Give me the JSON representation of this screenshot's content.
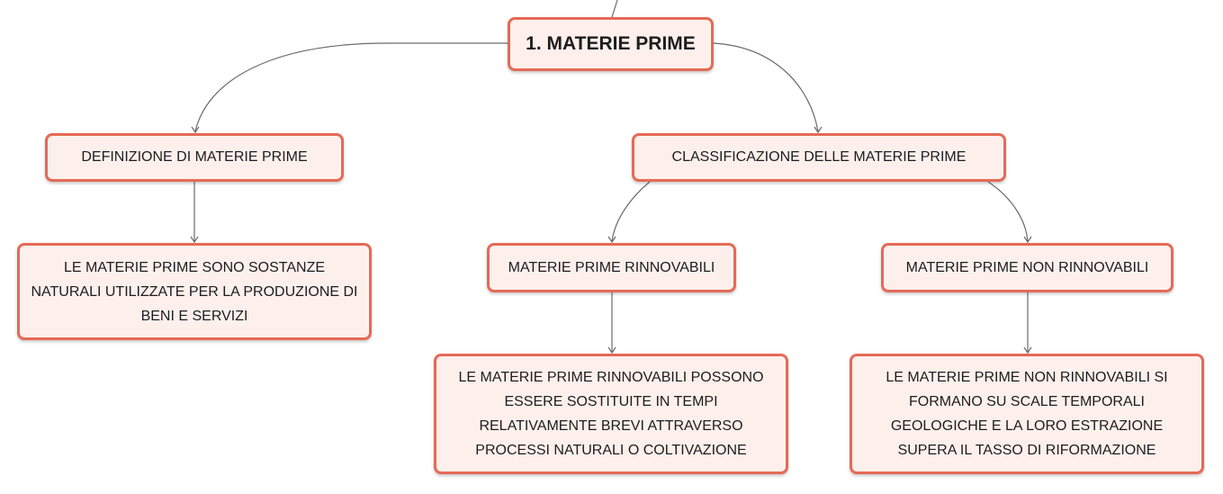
{
  "diagram": {
    "root": {
      "label": "1. MATERIE PRIME"
    },
    "definition": {
      "label": "DEFINIZIONE DI MATERIE PRIME",
      "description": "LE MATERIE PRIME SONO SOSTANZE NATURALI UTILIZZATE PER LA PRODUZIONE DI BENI E SERVIZI"
    },
    "classification": {
      "label": "CLASSIFICAZIONE DELLE MATERIE PRIME",
      "renewable": {
        "label": "MATERIE PRIME RINNOVABILI",
        "description": "LE MATERIE PRIME RINNOVABILI POSSONO ESSERE SOSTITUITE IN TEMPI RELATIVAMENTE BREVI ATTRAVERSO PROCESSI NATURALI O COLTIVAZIONE"
      },
      "non_renewable": {
        "label": "MATERIE PRIME NON RINNOVABILI",
        "description": "LE MATERIE PRIME NON RINNOVABILI SI FORMANO SU SCALE TEMPORALI GEOLOGICHE E LA LORO ESTRAZIONE SUPERA IL TASSO DI RIFORMAZIONE"
      }
    }
  },
  "colors": {
    "node_border": "#e56a55",
    "node_fill": "#fdf0ec",
    "connector": "#6b6b6b",
    "text": "#1d1d1d"
  }
}
